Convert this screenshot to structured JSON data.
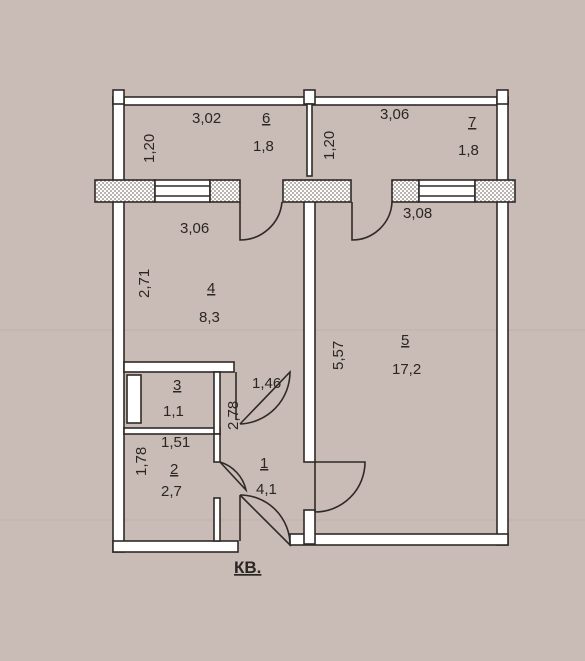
{
  "plan": {
    "colors": {
      "paper": "#c9bcb6",
      "wall_fill": "#ffffff",
      "wall_stroke": "#2f2a26",
      "hatch": "#8a7d76"
    },
    "rooms": [
      {
        "id": "r1",
        "number": "1",
        "area": "4,1"
      },
      {
        "id": "r2",
        "number": "2",
        "area": "2,7"
      },
      {
        "id": "r3",
        "number": "3",
        "area": "1,1"
      },
      {
        "id": "r4",
        "number": "4",
        "area": "8,3"
      },
      {
        "id": "r5",
        "number": "5",
        "area": "17,2"
      },
      {
        "id": "r6",
        "number": "6",
        "area": "1,8"
      },
      {
        "id": "r7",
        "number": "7",
        "area": "1,8"
      }
    ],
    "dimensions": {
      "d302": "3,02",
      "d306_top": "3,06",
      "d120_left": "1,20",
      "d120_mid": "1,20",
      "d306_room4": "3,06",
      "d308": "3,08",
      "d271": "2,71",
      "d557": "5,57",
      "d146": "1,46",
      "d278": "2,78",
      "d178": "1,78",
      "d151": "1,51"
    },
    "caption": "КВ."
  }
}
